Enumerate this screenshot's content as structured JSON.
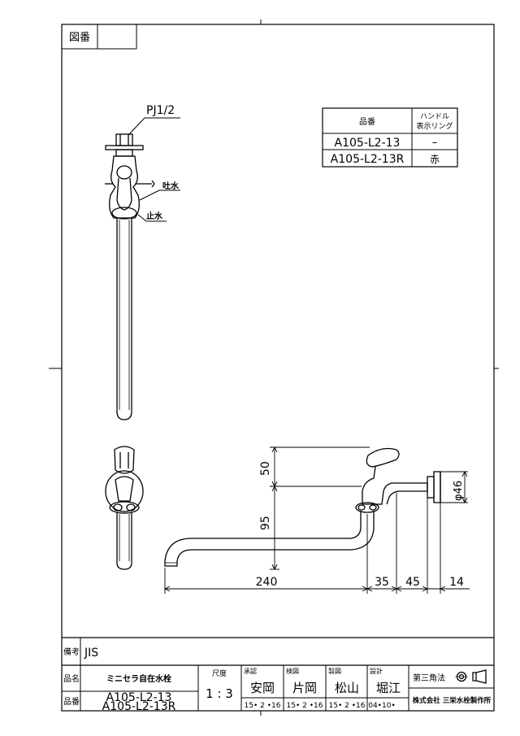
{
  "header": {
    "drawing_number_label": "図番"
  },
  "parts_table": {
    "col_part": "品番",
    "col_ring_line1": "ハンドル",
    "col_ring_line2": "表示リング",
    "rows": [
      {
        "part": "A105-L2-13",
        "ring": "–"
      },
      {
        "part": "A105-L2-13R",
        "ring": "赤"
      }
    ]
  },
  "callouts": {
    "thread": "PJ1/2",
    "water_out": "吐水",
    "water_stop": "止水"
  },
  "dimensions": {
    "height_upper": "50",
    "height_lower": "95",
    "length_spout": "240",
    "length_a": "35",
    "length_b": "45",
    "length_c": "14",
    "diameter": "φ46"
  },
  "title_block": {
    "remarks_label": "備考",
    "remarks_value": "JIS",
    "name_label": "品名",
    "name_value": "ミニセラ自在水栓",
    "number_label": "品番",
    "number_value_1": "A105-L2-13",
    "number_value_2": "A105-L2-13R",
    "scale_label": "尺度",
    "scale_value": "1 : 3",
    "approved_label": "承認",
    "approved_name": "安岡",
    "approved_date": "15• 2 •16",
    "checked_label": "検図",
    "checked_name": "片岡",
    "checked_date": "15• 2 •16",
    "drawn_label": "製図",
    "drawn_name": "松山",
    "drawn_date": "15• 2 •16",
    "designed_label": "設計",
    "designed_name": "堀江",
    "designed_date": "04•10•",
    "projection_label": "第三角法",
    "company": "株式会社 三栄水栓製作所"
  }
}
